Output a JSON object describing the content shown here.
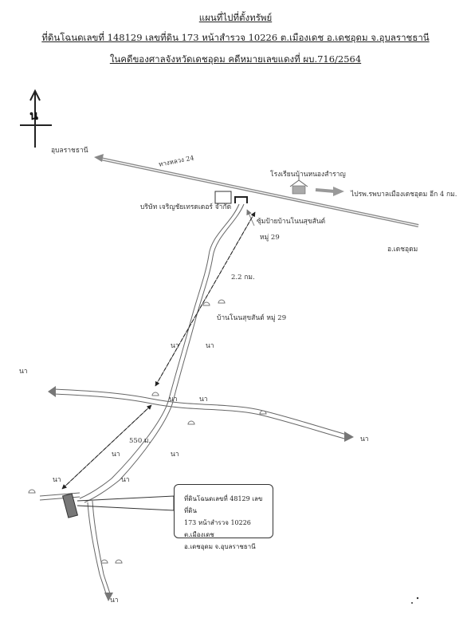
{
  "header": {
    "title": "แผนที่ไปที่ตั้งทรัพย์",
    "line1": "ที่ดินโฉนดเลขที่ 148129 เลขที่ดิน 173 หน้าสำรวจ 10226 ต.เมืองเดช อ.เดชอุดม จ.อุบลราชธานี",
    "line2": "ในคดีของศาลจังหวัดเดชอุดม คดีหมายเลขแดงที่ ผบ.716/2564"
  },
  "compass": {
    "north": "น"
  },
  "map": {
    "road_name": "ทางหลวง 24",
    "dest_west": "อุบลราชธานี",
    "dest_east": "อ.เดชอุดม",
    "school": "โรงเรียนบ้านหนองสำราญ",
    "hospital": "ไปรพ.รพบาลเมืองเดชอุดม อีก 4 กม.",
    "company": "บริษัท เจริญชัยเทรดเดอร์ จำกัด",
    "village_arch_1": "ซุ้มป้ายบ้านโนนสุขสันต์",
    "village_arch_2": "หมู่ 29",
    "distance_1": "2.2 กม.",
    "village": "บ้านโนนสุขสันต์ หมู่ 29",
    "distance_2": "550 ม.",
    "field": "นา"
  },
  "callout": {
    "line1": "ที่ดินโฉนดเลขที่ 48129 เลขที่ดิน",
    "line2": "173 หน้าสำรวจ 10226 ต.เมืองเดช",
    "line3": "อ.เดชอุดม จ.อุบลราชธานี"
  },
  "colors": {
    "ink": "#333333",
    "road": "#888888",
    "parcel": "#777777"
  }
}
